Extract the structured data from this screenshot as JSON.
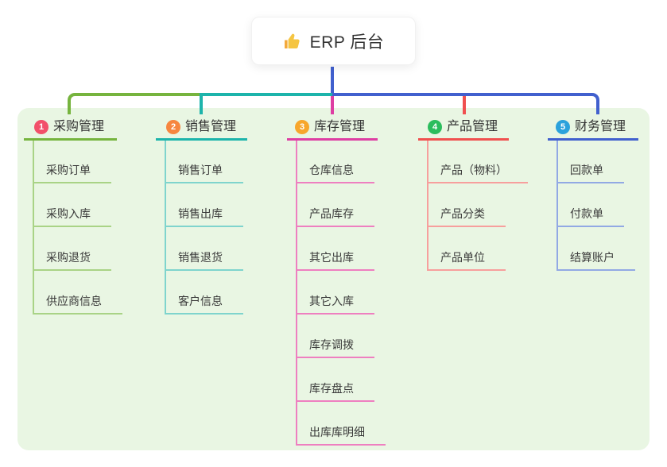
{
  "root": {
    "title": "ERP 后台",
    "icon": "thumbs-up-icon",
    "icon_color": "#f5b82e",
    "connector_color": "#4160ce"
  },
  "panel": {
    "background": "#e9f6e3"
  },
  "branches": [
    {
      "badge": "1",
      "label": "采购管理",
      "badge_color": "#f2506a",
      "line_color": "#76b43e",
      "child_line_color": "#a9d386",
      "children": [
        "采购订单",
        "采购入库",
        "采购退货",
        "供应商信息"
      ]
    },
    {
      "badge": "2",
      "label": "销售管理",
      "badge_color": "#f6863f",
      "line_color": "#1db4ab",
      "child_line_color": "#7fd4cd",
      "children": [
        "销售订单",
        "销售出库",
        "销售退货",
        "客户信息"
      ]
    },
    {
      "badge": "3",
      "label": "库存管理",
      "badge_color": "#f7a62c",
      "line_color": "#de3fa3",
      "child_line_color": "#ee7fc0",
      "children": [
        "仓库信息",
        "产品库存",
        "其它出库",
        "其它入库",
        "库存调拨",
        "库存盘点",
        "出库库明细"
      ]
    },
    {
      "badge": "4",
      "label": "产品管理",
      "badge_color": "#2cbd5d",
      "line_color": "#f0504f",
      "child_line_color": "#f79f9d",
      "children": [
        "产品（物料）",
        "产品分类",
        "产品单位"
      ]
    },
    {
      "badge": "5",
      "label": "财务管理",
      "badge_color": "#2ba2dc",
      "line_color": "#4160ce",
      "child_line_color": "#92a9e4",
      "children": [
        "回款单",
        "付款单",
        "结算账户"
      ]
    }
  ]
}
